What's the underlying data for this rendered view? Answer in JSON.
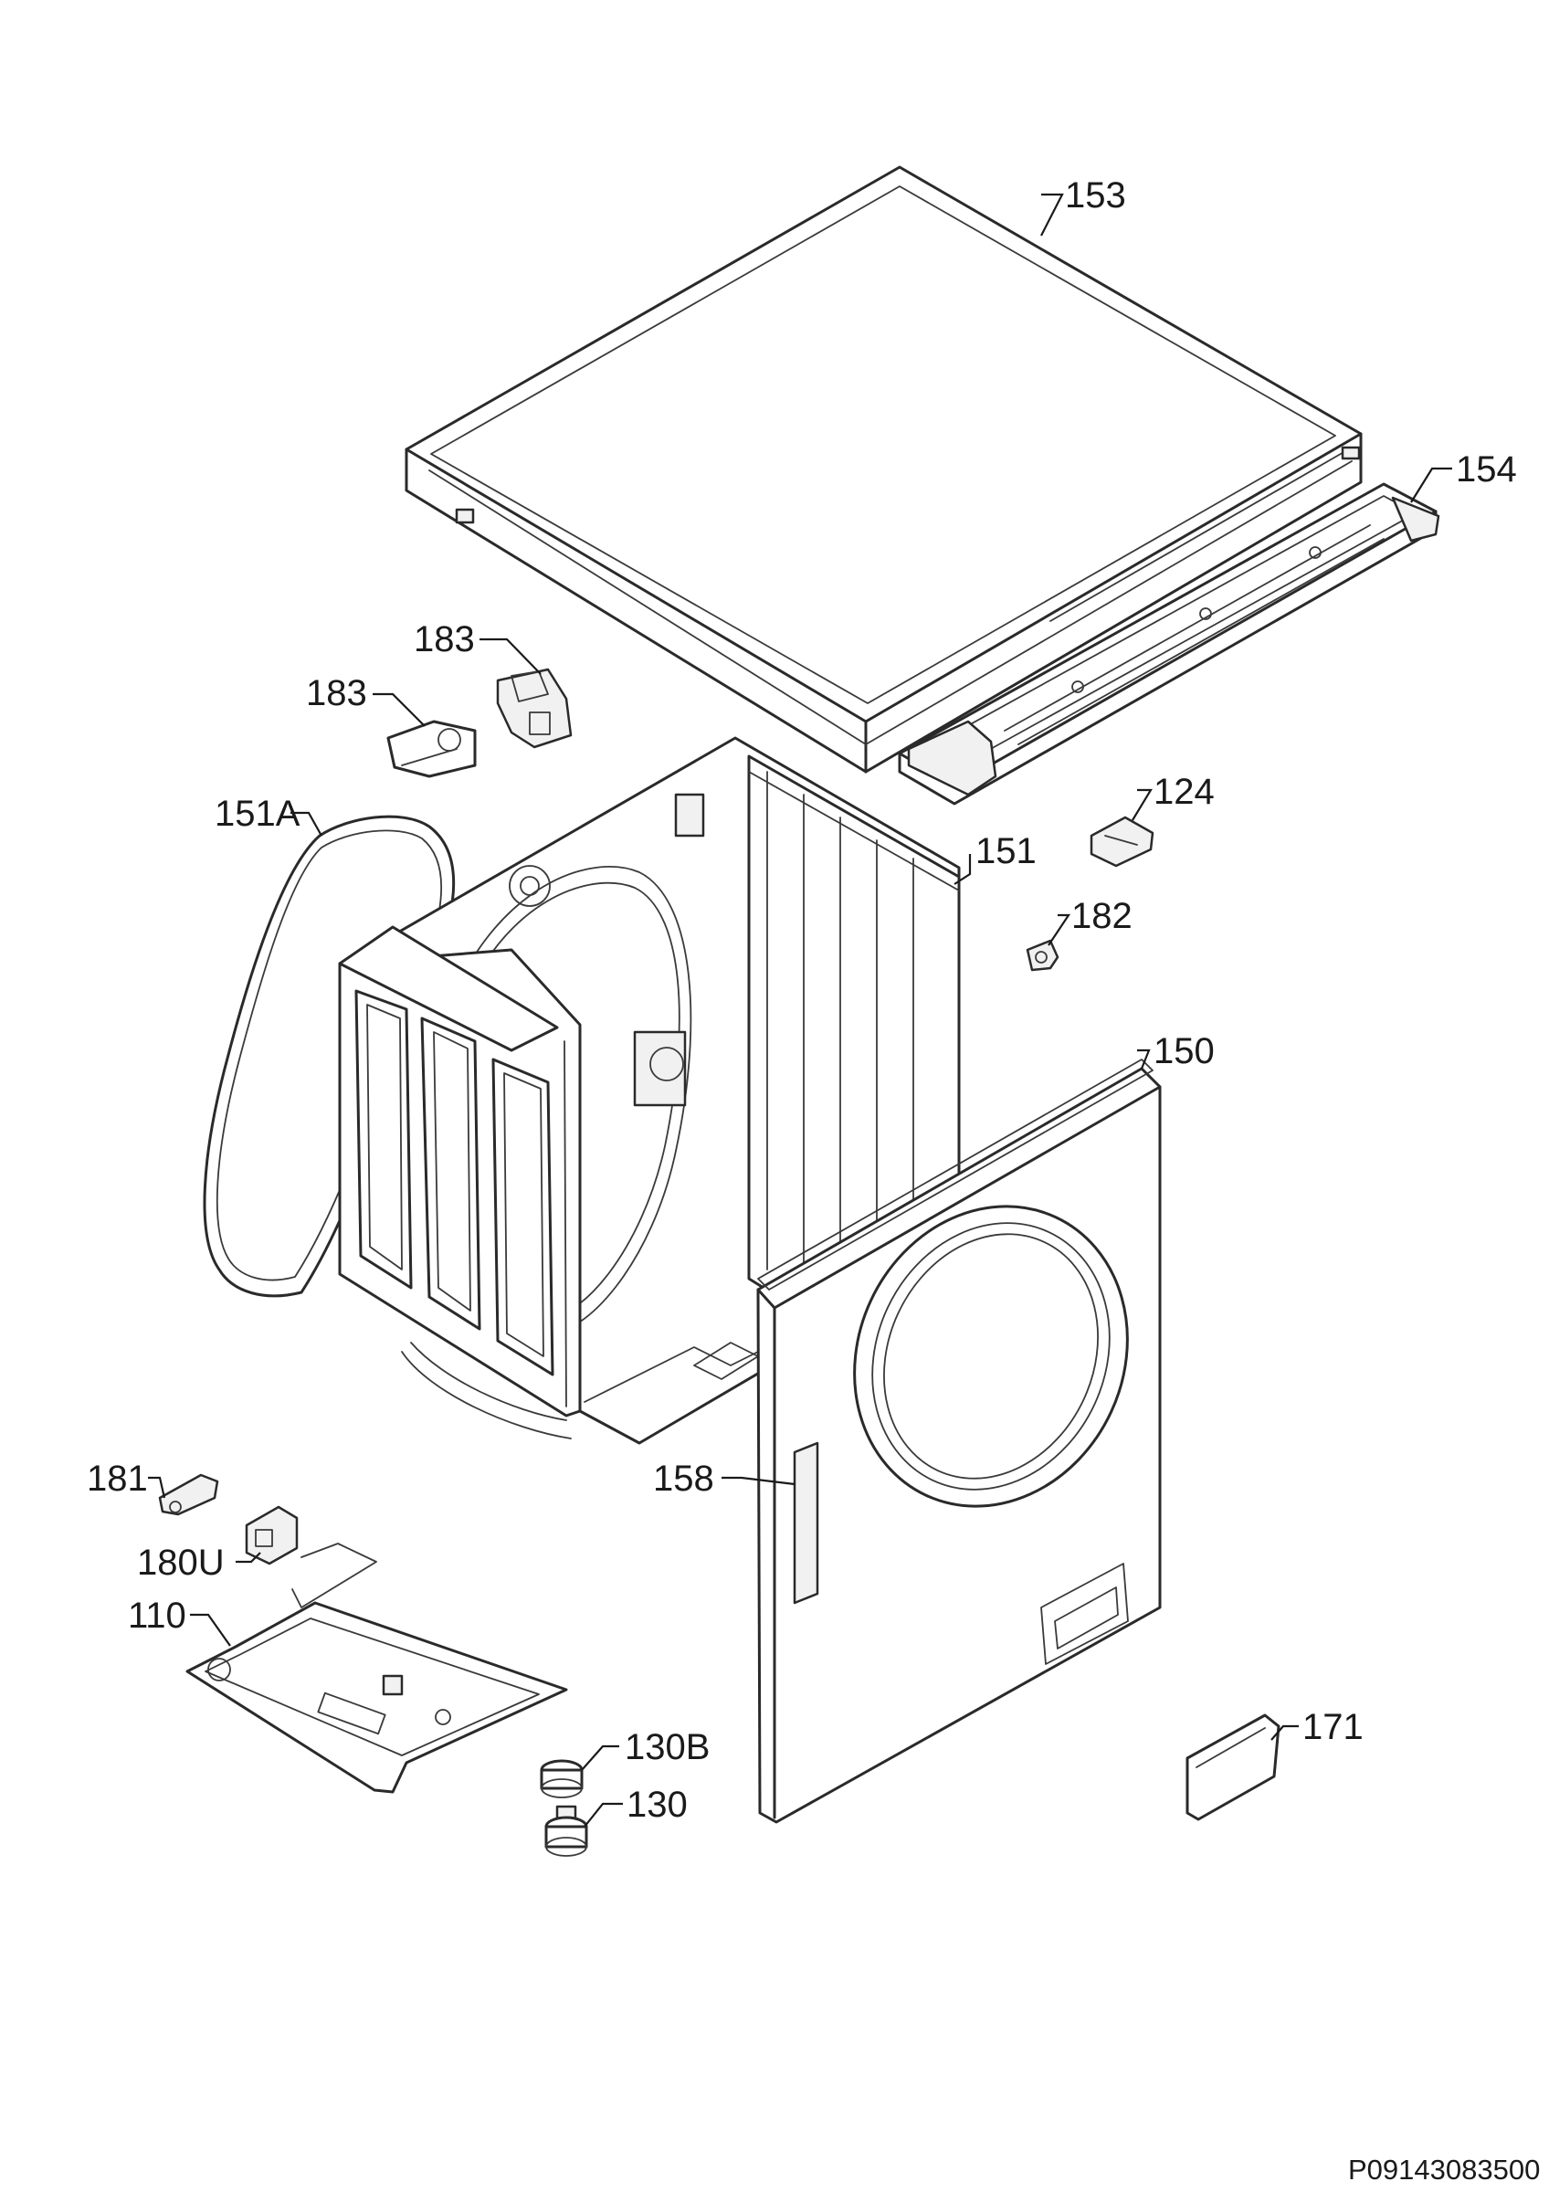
{
  "callouts": {
    "p153": "153",
    "p154": "154",
    "p183a": "183",
    "p183b": "183",
    "p151A": "151A",
    "p124": "124",
    "p151": "151",
    "p182": "182",
    "p150": "150",
    "p181": "181",
    "p158": "158",
    "p180U": "180U",
    "p110": "110",
    "p130B": "130B",
    "p130": "130",
    "p171": "171"
  },
  "document_id": "P09143083500"
}
